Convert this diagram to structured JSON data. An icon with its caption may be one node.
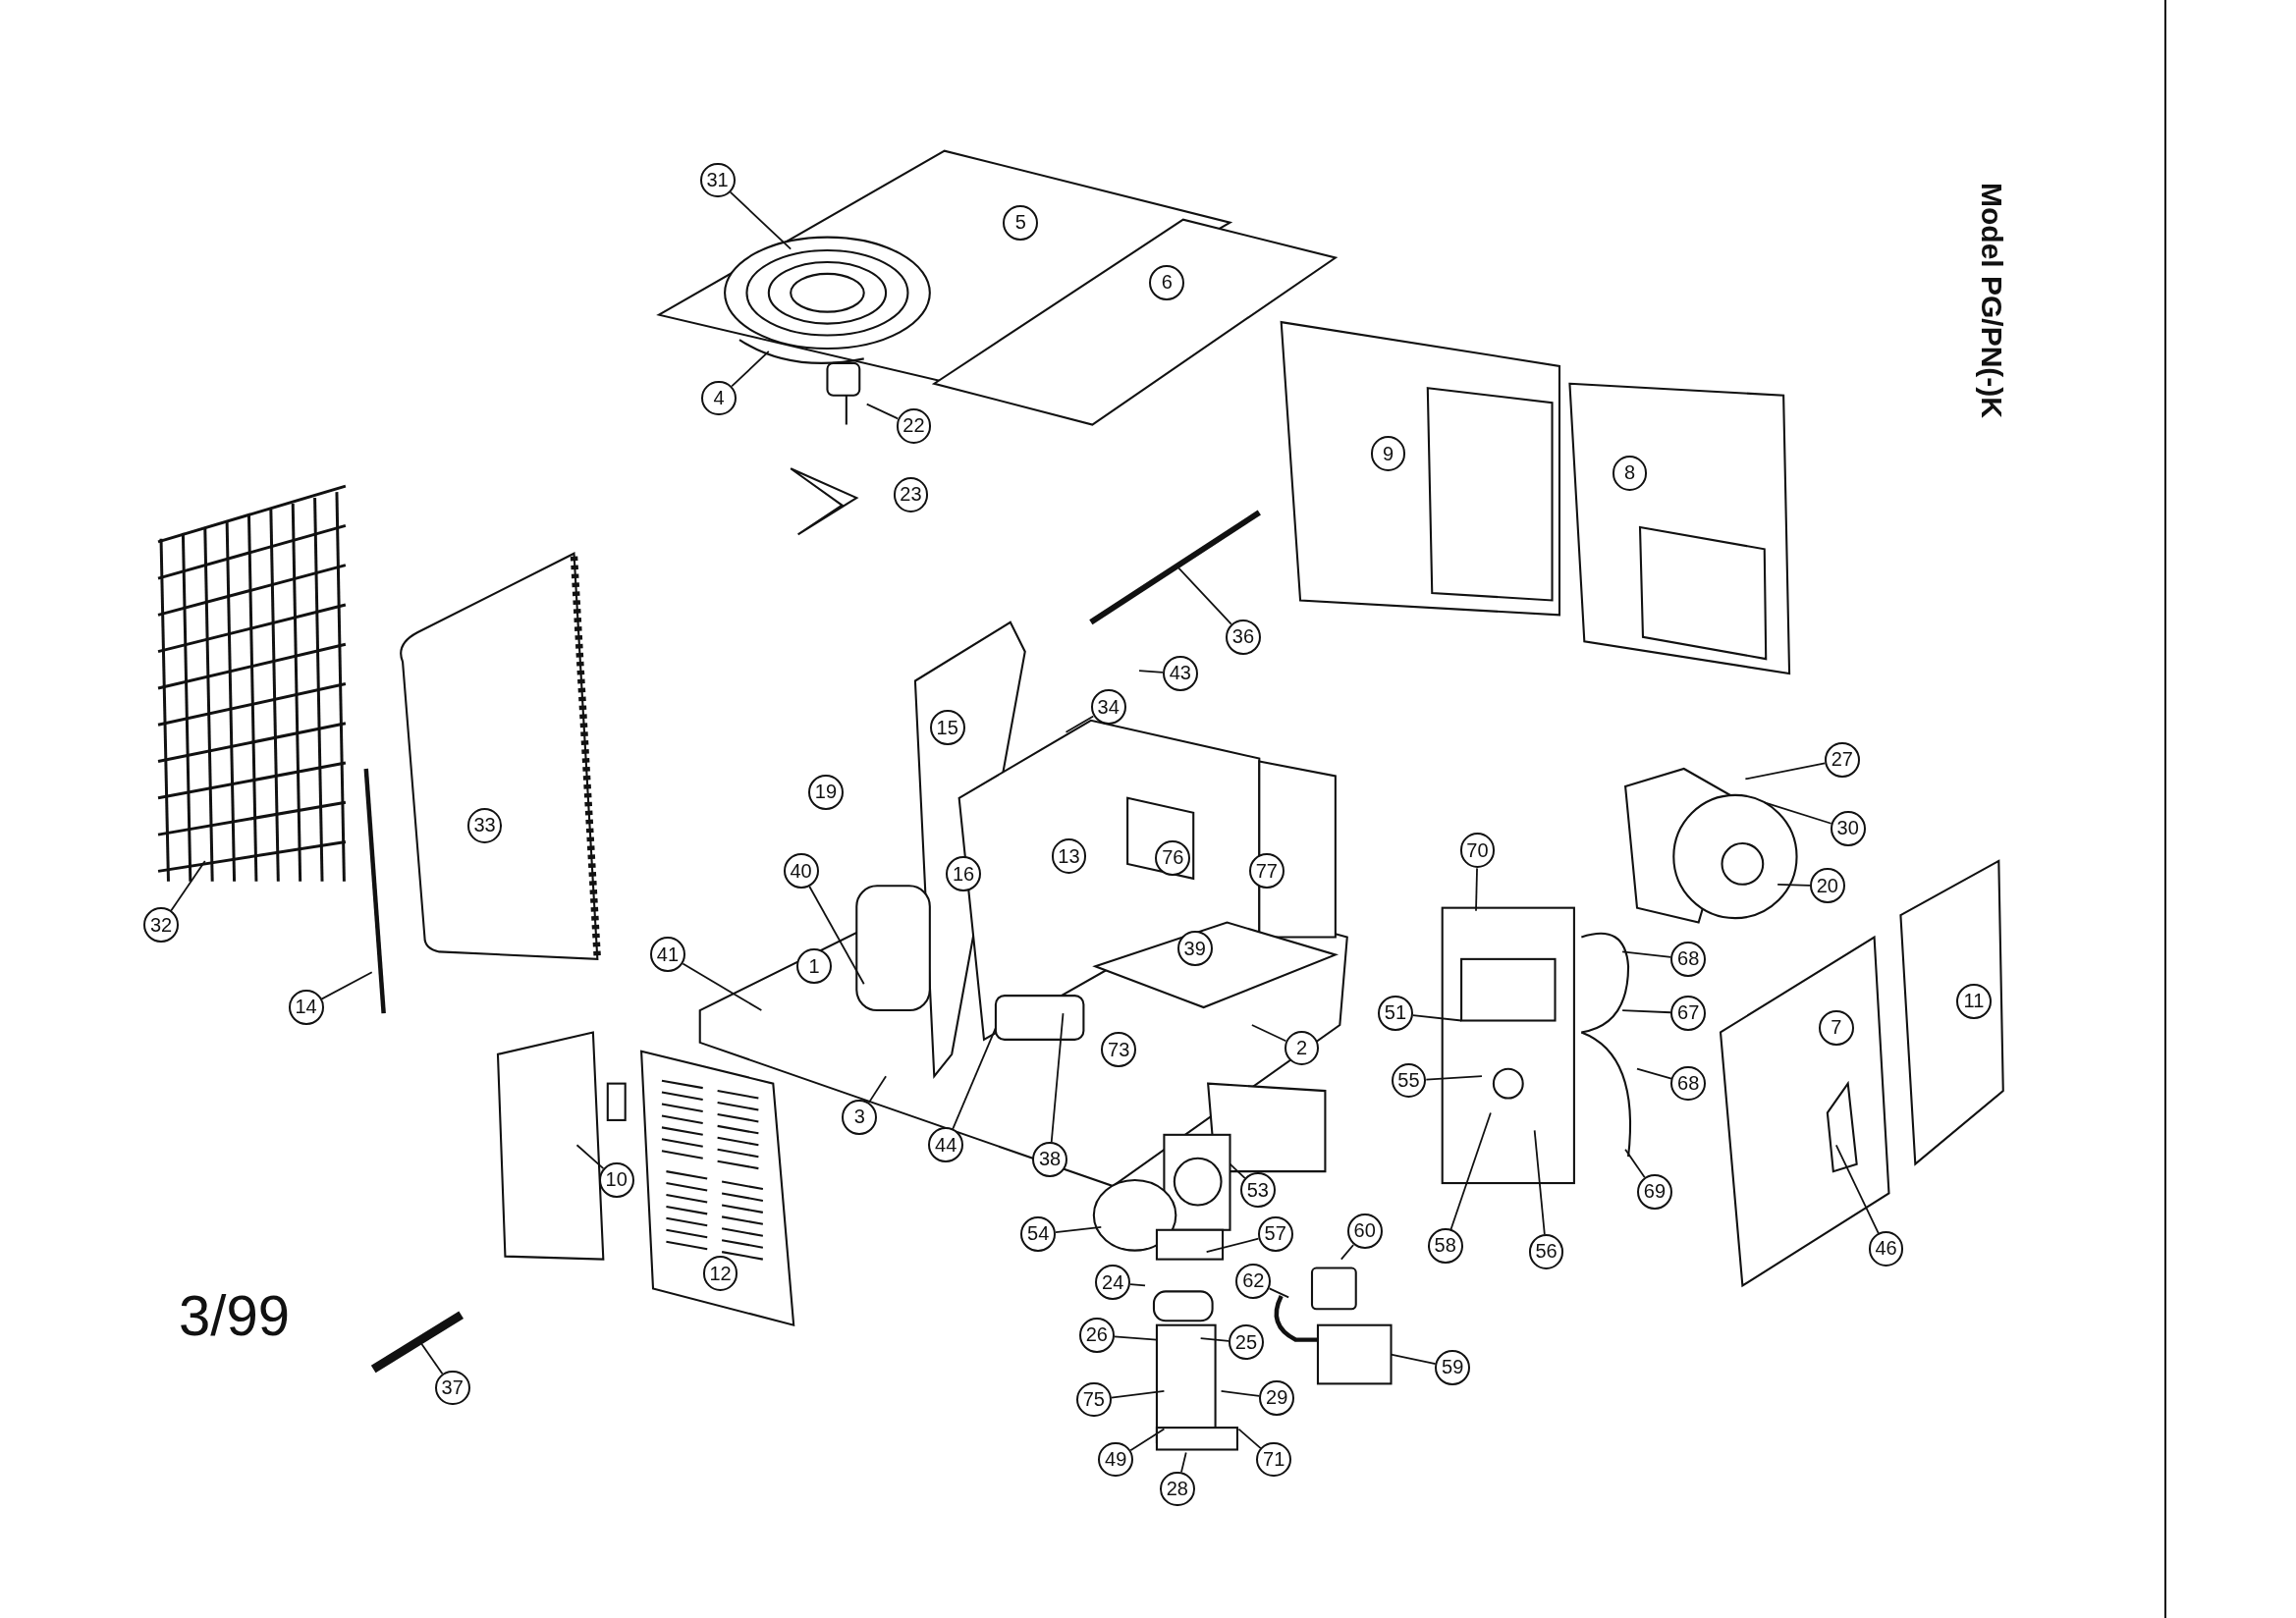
{
  "diagram": {
    "title": "Model PG/PN(-)K",
    "nodes": [
      {
        "text": [
          "31"
        ]
      },
      {
        "text": [
          "4"
        ]
      },
      {
        "text": [
          "22"
        ]
      },
      {
        "text": [
          "36"
        ]
      },
      {
        "text": [
          "43"
        ]
      },
      {
        "text": [
          "34"
        ]
      },
      {
        "text": [
          "27"
        ]
      },
      {
        "text": [
          "30"
        ]
      },
      {
        "text": [
          "40"
        ]
      },
      {
        "text": [
          "20"
        ]
      },
      {
        "text": [
          "70"
        ]
      },
      {
        "text": [
          "32"
        ]
      },
      {
        "text": [
          "68"
        ]
      },
      {
        "text": [
          "41"
        ]
      },
      {
        "text": [
          "51"
        ]
      },
      {
        "text": [
          "67"
        ]
      },
      {
        "text": [
          "14"
        ]
      },
      {
        "text": [
          "2"
        ]
      },
      {
        "text": [
          "68"
        ]
      },
      {
        "text": [
          "55"
        ]
      },
      {
        "text": [
          "3"
        ]
      },
      {
        "text": [
          "44"
        ]
      },
      {
        "text": [
          "38"
        ]
      },
      {
        "text": [
          "10"
        ]
      },
      {
        "text": [
          "69"
        ]
      },
      {
        "text": [
          "53"
        ]
      },
      {
        "text": [
          "46"
        ]
      },
      {
        "text": [
          "58"
        ]
      },
      {
        "text": [
          "56"
        ]
      },
      {
        "text": [
          "54"
        ]
      },
      {
        "text": [
          "57"
        ]
      },
      {
        "text": [
          "60"
        ]
      },
      {
        "text": [
          "62"
        ]
      },
      {
        "text": [
          "24"
        ]
      },
      {
        "text": [
          "26"
        ]
      },
      {
        "text": [
          "25"
        ]
      },
      {
        "text": [
          "59"
        ]
      },
      {
        "text": [
          "37"
        ]
      },
      {
        "text": [
          "75"
        ]
      },
      {
        "text": [
          "29"
        ]
      },
      {
        "text": [
          "49"
        ]
      },
      {
        "text": [
          "71"
        ]
      },
      {
        "text": [
          "28"
        ]
      },
      {
        "text": [
          "5"
        ]
      },
      {
        "text": [
          "6"
        ]
      },
      {
        "text": [
          "9"
        ]
      },
      {
        "text": [
          "8"
        ]
      },
      {
        "text": [
          "23"
        ]
      },
      {
        "text": [
          "15"
        ]
      },
      {
        "text": [
          "19"
        ]
      },
      {
        "text": [
          "33"
        ]
      },
      {
        "text": [
          "13"
        ]
      },
      {
        "text": [
          "76"
        ]
      },
      {
        "text": [
          "77"
        ]
      },
      {
        "text": [
          "16"
        ]
      },
      {
        "text": [
          "39"
        ]
      },
      {
        "text": [
          "1"
        ]
      },
      {
        "text": [
          "7"
        ]
      },
      {
        "text": [
          "11"
        ]
      },
      {
        "text": [
          "73"
        ]
      },
      {
        "text": [
          "12"
        ]
      }
    ],
    "edges": [
      {
        "from": 0,
        "to": null,
        "arrow": "none"
      },
      {
        "from": 1,
        "to": null,
        "arrow": "none"
      },
      {
        "from": 2,
        "to": null,
        "arrow": "none"
      },
      {
        "from": 3,
        "to": null,
        "arrow": "none"
      },
      {
        "from": 4,
        "to": null,
        "arrow": "none"
      },
      {
        "from": 5,
        "to": null,
        "arrow": "none"
      },
      {
        "from": 6,
        "to": null,
        "arrow": "none"
      },
      {
        "from": 7,
        "to": null,
        "arrow": "none"
      },
      {
        "from": 8,
        "to": null,
        "arrow": "none"
      },
      {
        "from": 9,
        "to": null,
        "arrow": "none"
      },
      {
        "from": 10,
        "to": null,
        "arrow": "none"
      },
      {
        "from": 11,
        "to": null,
        "arrow": "none"
      },
      {
        "from": 12,
        "to": null,
        "arrow": "none"
      },
      {
        "from": 13,
        "to": null,
        "arrow": "none"
      },
      {
        "from": 14,
        "to": null,
        "arrow": "none"
      },
      {
        "from": 15,
        "to": null,
        "arrow": "none"
      },
      {
        "from": 16,
        "to": null,
        "arrow": "none"
      },
      {
        "from": 17,
        "to": null,
        "arrow": "none"
      },
      {
        "from": 18,
        "to": null,
        "arrow": "none"
      },
      {
        "from": 19,
        "to": null,
        "arrow": "none"
      },
      {
        "from": 20,
        "to": null,
        "arrow": "none"
      },
      {
        "from": 21,
        "to": null,
        "arrow": "none"
      },
      {
        "from": 22,
        "to": null,
        "arrow": "none"
      },
      {
        "from": 23,
        "to": null,
        "arrow": "none"
      },
      {
        "from": 24,
        "to": null,
        "arrow": "none"
      },
      {
        "from": 25,
        "to": null,
        "arrow": "none"
      },
      {
        "from": 26,
        "to": null,
        "arrow": "none"
      },
      {
        "from": 27,
        "to": null,
        "arrow": "none"
      },
      {
        "from": 28,
        "to": null,
        "arrow": "none"
      },
      {
        "from": 29,
        "to": null,
        "arrow": "none"
      },
      {
        "from": 30,
        "to": null,
        "arrow": "none"
      },
      {
        "from": 31,
        "to": null,
        "arrow": "none"
      },
      {
        "from": 32,
        "to": null,
        "arrow": "none"
      },
      {
        "from": 33,
        "to": null,
        "arrow": "none"
      },
      {
        "from": 34,
        "to": null,
        "arrow": "none"
      },
      {
        "from": 35,
        "to": null,
        "arrow": "none"
      },
      {
        "from": 36,
        "to": null,
        "arrow": "none"
      },
      {
        "from": 37,
        "to": null,
        "arrow": "none"
      },
      {
        "from": 38,
        "to": null,
        "arrow": "none"
      },
      {
        "from": 39,
        "to": null,
        "arrow": "none"
      },
      {
        "from": 40,
        "to": null,
        "arrow": "none"
      },
      {
        "from": 41,
        "to": null,
        "arrow": "none"
      },
      {
        "from": 42,
        "to": null,
        "arrow": "none"
      }
    ],
    "labels": [
      "3/99"
    ]
  }
}
